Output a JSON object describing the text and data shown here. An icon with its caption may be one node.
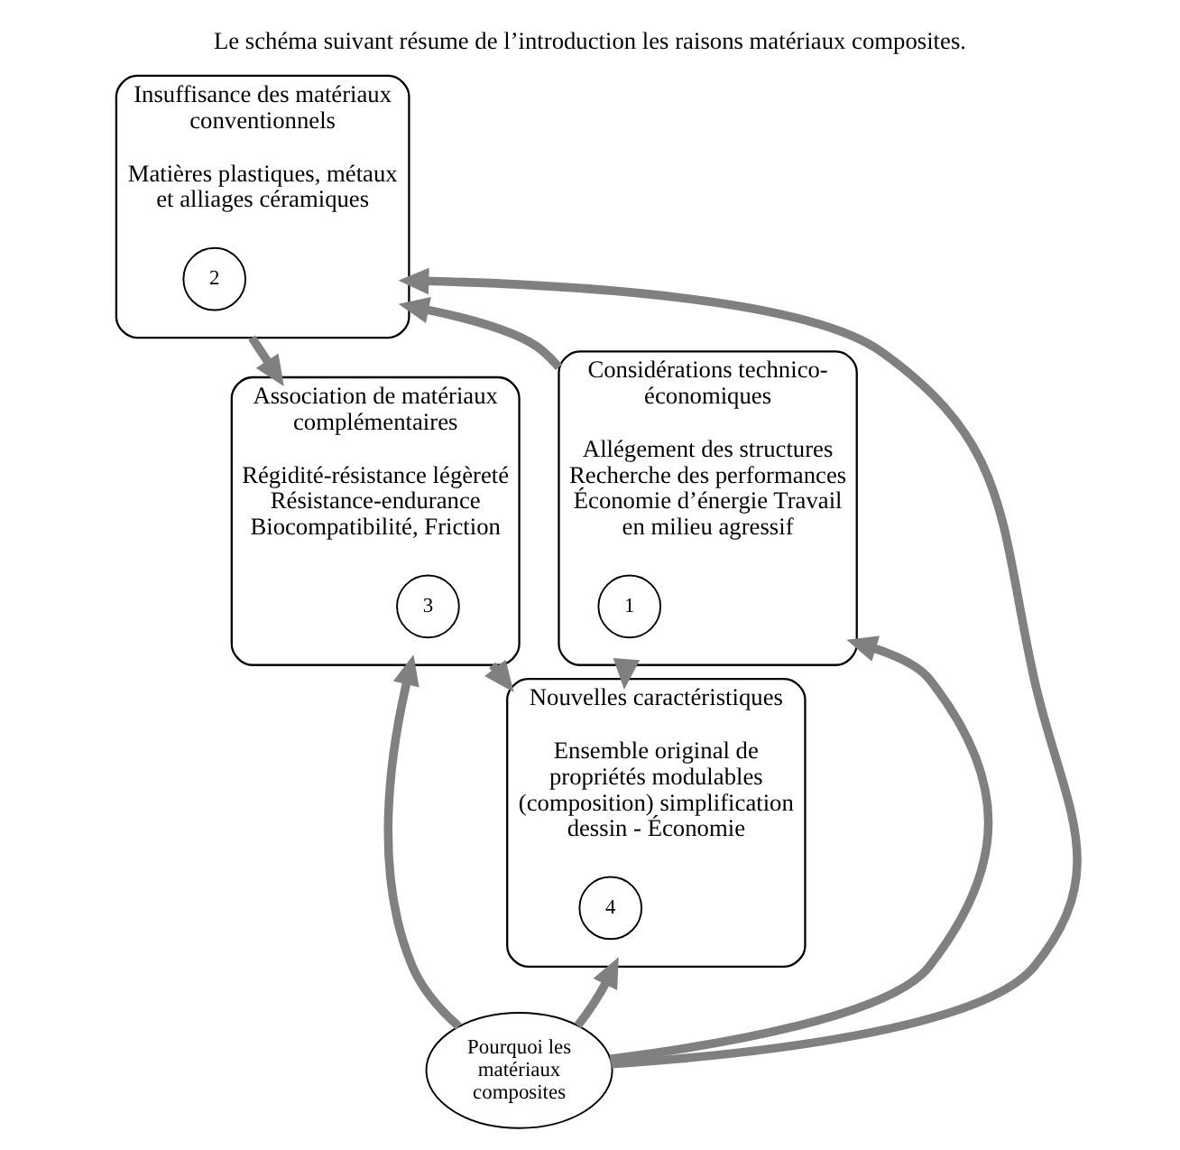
{
  "diagram": {
    "title": "Le schéma suivant résume de l’introduction les raisons matériaux composites.",
    "nodes": [
      {
        "text": [
          "Insuffisance des matériaux conventionnels",
          "Matières plastiques, métaux et alliages céramiques"
        ]
      },
      {
        "text": [
          "2"
        ],
        "in": 0
      },
      {
        "text": [
          "Considérations technico-économiques",
          "Allégement des structures Recherche des performances Économie d’énergie Travail en milieu agressif"
        ]
      },
      {
        "text": [
          "1"
        ],
        "in": 2
      },
      {
        "text": [
          "Pourquoi les matériaux composites"
        ]
      },
      {
        "text": [
          "Association de matériaux complémentaires",
          "Régidité-résistance légèreté Résistance-endurance Biocompatibilité, Friction"
        ]
      },
      {
        "text": [
          "3"
        ],
        "in": 5
      },
      {
        "text": [
          "Nouvelles caractéristiques",
          "Ensemble original de propriétés modulables (composition) simplification dessin - Économie"
        ]
      },
      {
        "text": [
          "4"
        ],
        "in": 7
      }
    ],
    "edges": [
      {
        "from": 2,
        "to": 0,
        "arrow": "to"
      },
      {
        "from": 4,
        "to": 0,
        "arrow": "to"
      },
      {
        "from": 4,
        "to": 2,
        "arrow": "to"
      },
      {
        "from": 0,
        "to": 5,
        "arrow": "to"
      },
      {
        "from": 2,
        "to": 7,
        "arrow": "to"
      },
      {
        "from": 4,
        "to": 5,
        "arrow": "to"
      },
      {
        "from": 4,
        "to": 7,
        "arrow": "to"
      },
      {
        "from": 5,
        "to": 7,
        "arrow": "to"
      }
    ]
  }
}
